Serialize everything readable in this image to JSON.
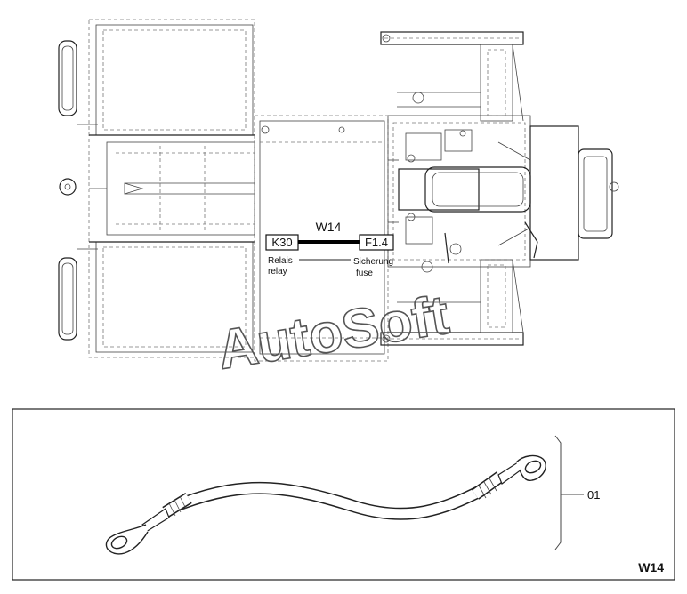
{
  "wire_label": "W14",
  "terminal_start": "K30",
  "terminal_end": "F1.4",
  "start_caption_de": "Relais",
  "start_caption_en": "relay",
  "end_caption_de": "Sicherung",
  "end_caption_en": "fuse",
  "watermark": "AutoSoft",
  "part_callout": "01",
  "panel_id": "W14"
}
